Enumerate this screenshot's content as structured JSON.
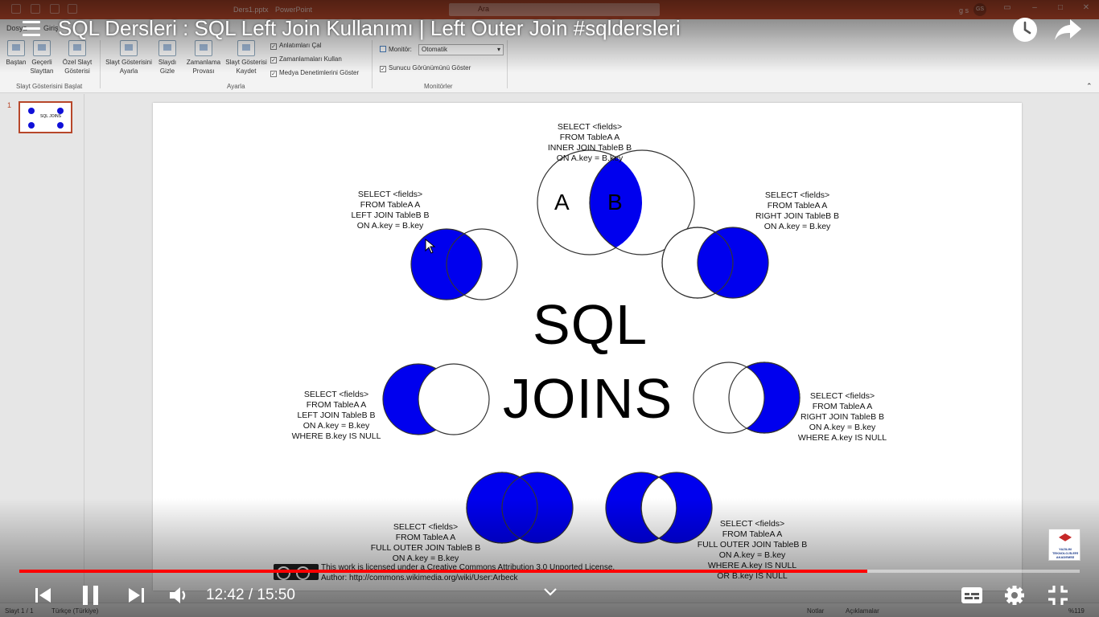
{
  "ppt": {
    "doc_name": "Ders1.pptx",
    "app_name": "PowerPoint",
    "search_placeholder": "Ara",
    "user_initials": "g s",
    "avatar": "GS"
  },
  "ribbon": {
    "tabs": [
      "Dosya",
      "Giriş"
    ],
    "buttons": {
      "bastan": "Baştan",
      "gecerli": "Geçerli Slayttan",
      "ozel": "Özel Slayt Gösterisi",
      "ayarla": "Slayt Gösterisini Ayarla",
      "gizle": "Slaydı Gizle",
      "zamanlama": "Zamanlama Provası",
      "kaydet": "Slayt Gösterisi Kaydet"
    },
    "checkboxes": [
      "Anlatımları Çal",
      "Zamanlamaları Kullan",
      "Medya Denetimlerini Göster"
    ],
    "monitor_label": "Monitör:",
    "monitor_value": "Otomatik",
    "presenter_view": "Sunucu Görünümünü Göster",
    "groups": {
      "start": "Slayt Gösterisini Başlat",
      "setup": "Ayarla",
      "monitors": "Monitörler"
    }
  },
  "thumbnail": {
    "number": "1",
    "text": "SQL JOINS"
  },
  "slide": {
    "inner": [
      "SELECT <fields>",
      "FROM TableA  A",
      "INNER JOIN TableB  B",
      "ON A.key = B.key"
    ],
    "left": [
      "SELECT <fields>",
      "FROM TableA  A",
      "LEFT JOIN TableB  B",
      "ON A.key = B.key"
    ],
    "right": [
      "SELECT <fields>",
      "FROM TableA  A",
      "RIGHT JOIN TableB  B",
      "ON A.key = B.key"
    ],
    "left_null": [
      "SELECT <fields>",
      "FROM TableA  A",
      "LEFT JOIN TableB  B",
      "ON A.key = B.key",
      "WHERE B.key IS NULL"
    ],
    "right_null": [
      "SELECT <fields>",
      "FROM TableA  A",
      "RIGHT JOIN TableB  B",
      "ON A.key = B.key",
      "WHERE A.key IS NULL"
    ],
    "full": [
      "SELECT <fields>",
      "FROM TableA  A",
      "FULL OUTER JOIN TableB  B",
      "ON A.key = B.key"
    ],
    "full_null": [
      "SELECT <fields>",
      "FROM TableA  A",
      "FULL OUTER JOIN TableB  B",
      "ON A.key = B.key",
      "WHERE A.key IS NULL",
      "OR B.key IS NULL"
    ],
    "venn_a": "A",
    "venn_b": "B",
    "title_sql": "SQL",
    "title_joins": "JOINS",
    "license_line1": "This work is licensed under a Creative Commons Attribution 3.0 Unported License.",
    "license_line2": "Author: http://commons.wikimedia.org/wiki/User:Arbeck",
    "venn_color": "#0000ee"
  },
  "statusbar": {
    "slide": "Slayt 1 / 1",
    "language": "Türkçe (Türkiye)",
    "notes": "Notlar",
    "comments": "Açıklamalar",
    "zoom": "%119"
  },
  "youtube": {
    "title": "SQL Dersleri : SQL Left Join Kullanımı | Left Outer Join #sqldersleri",
    "time": "12:42 / 15:50",
    "progress": 0.8,
    "accent": "#ff0000",
    "channel_logo_text": "YAZILIM TEKNOLOJİLERİ AKADEMİSİ",
    "icons": [
      "menu-icon",
      "watch-later-icon",
      "share-icon",
      "previous-icon",
      "pause-icon",
      "next-icon",
      "volume-icon",
      "chevron-down-icon",
      "subtitles-icon",
      "settings-icon",
      "exit-fullscreen-icon"
    ]
  }
}
